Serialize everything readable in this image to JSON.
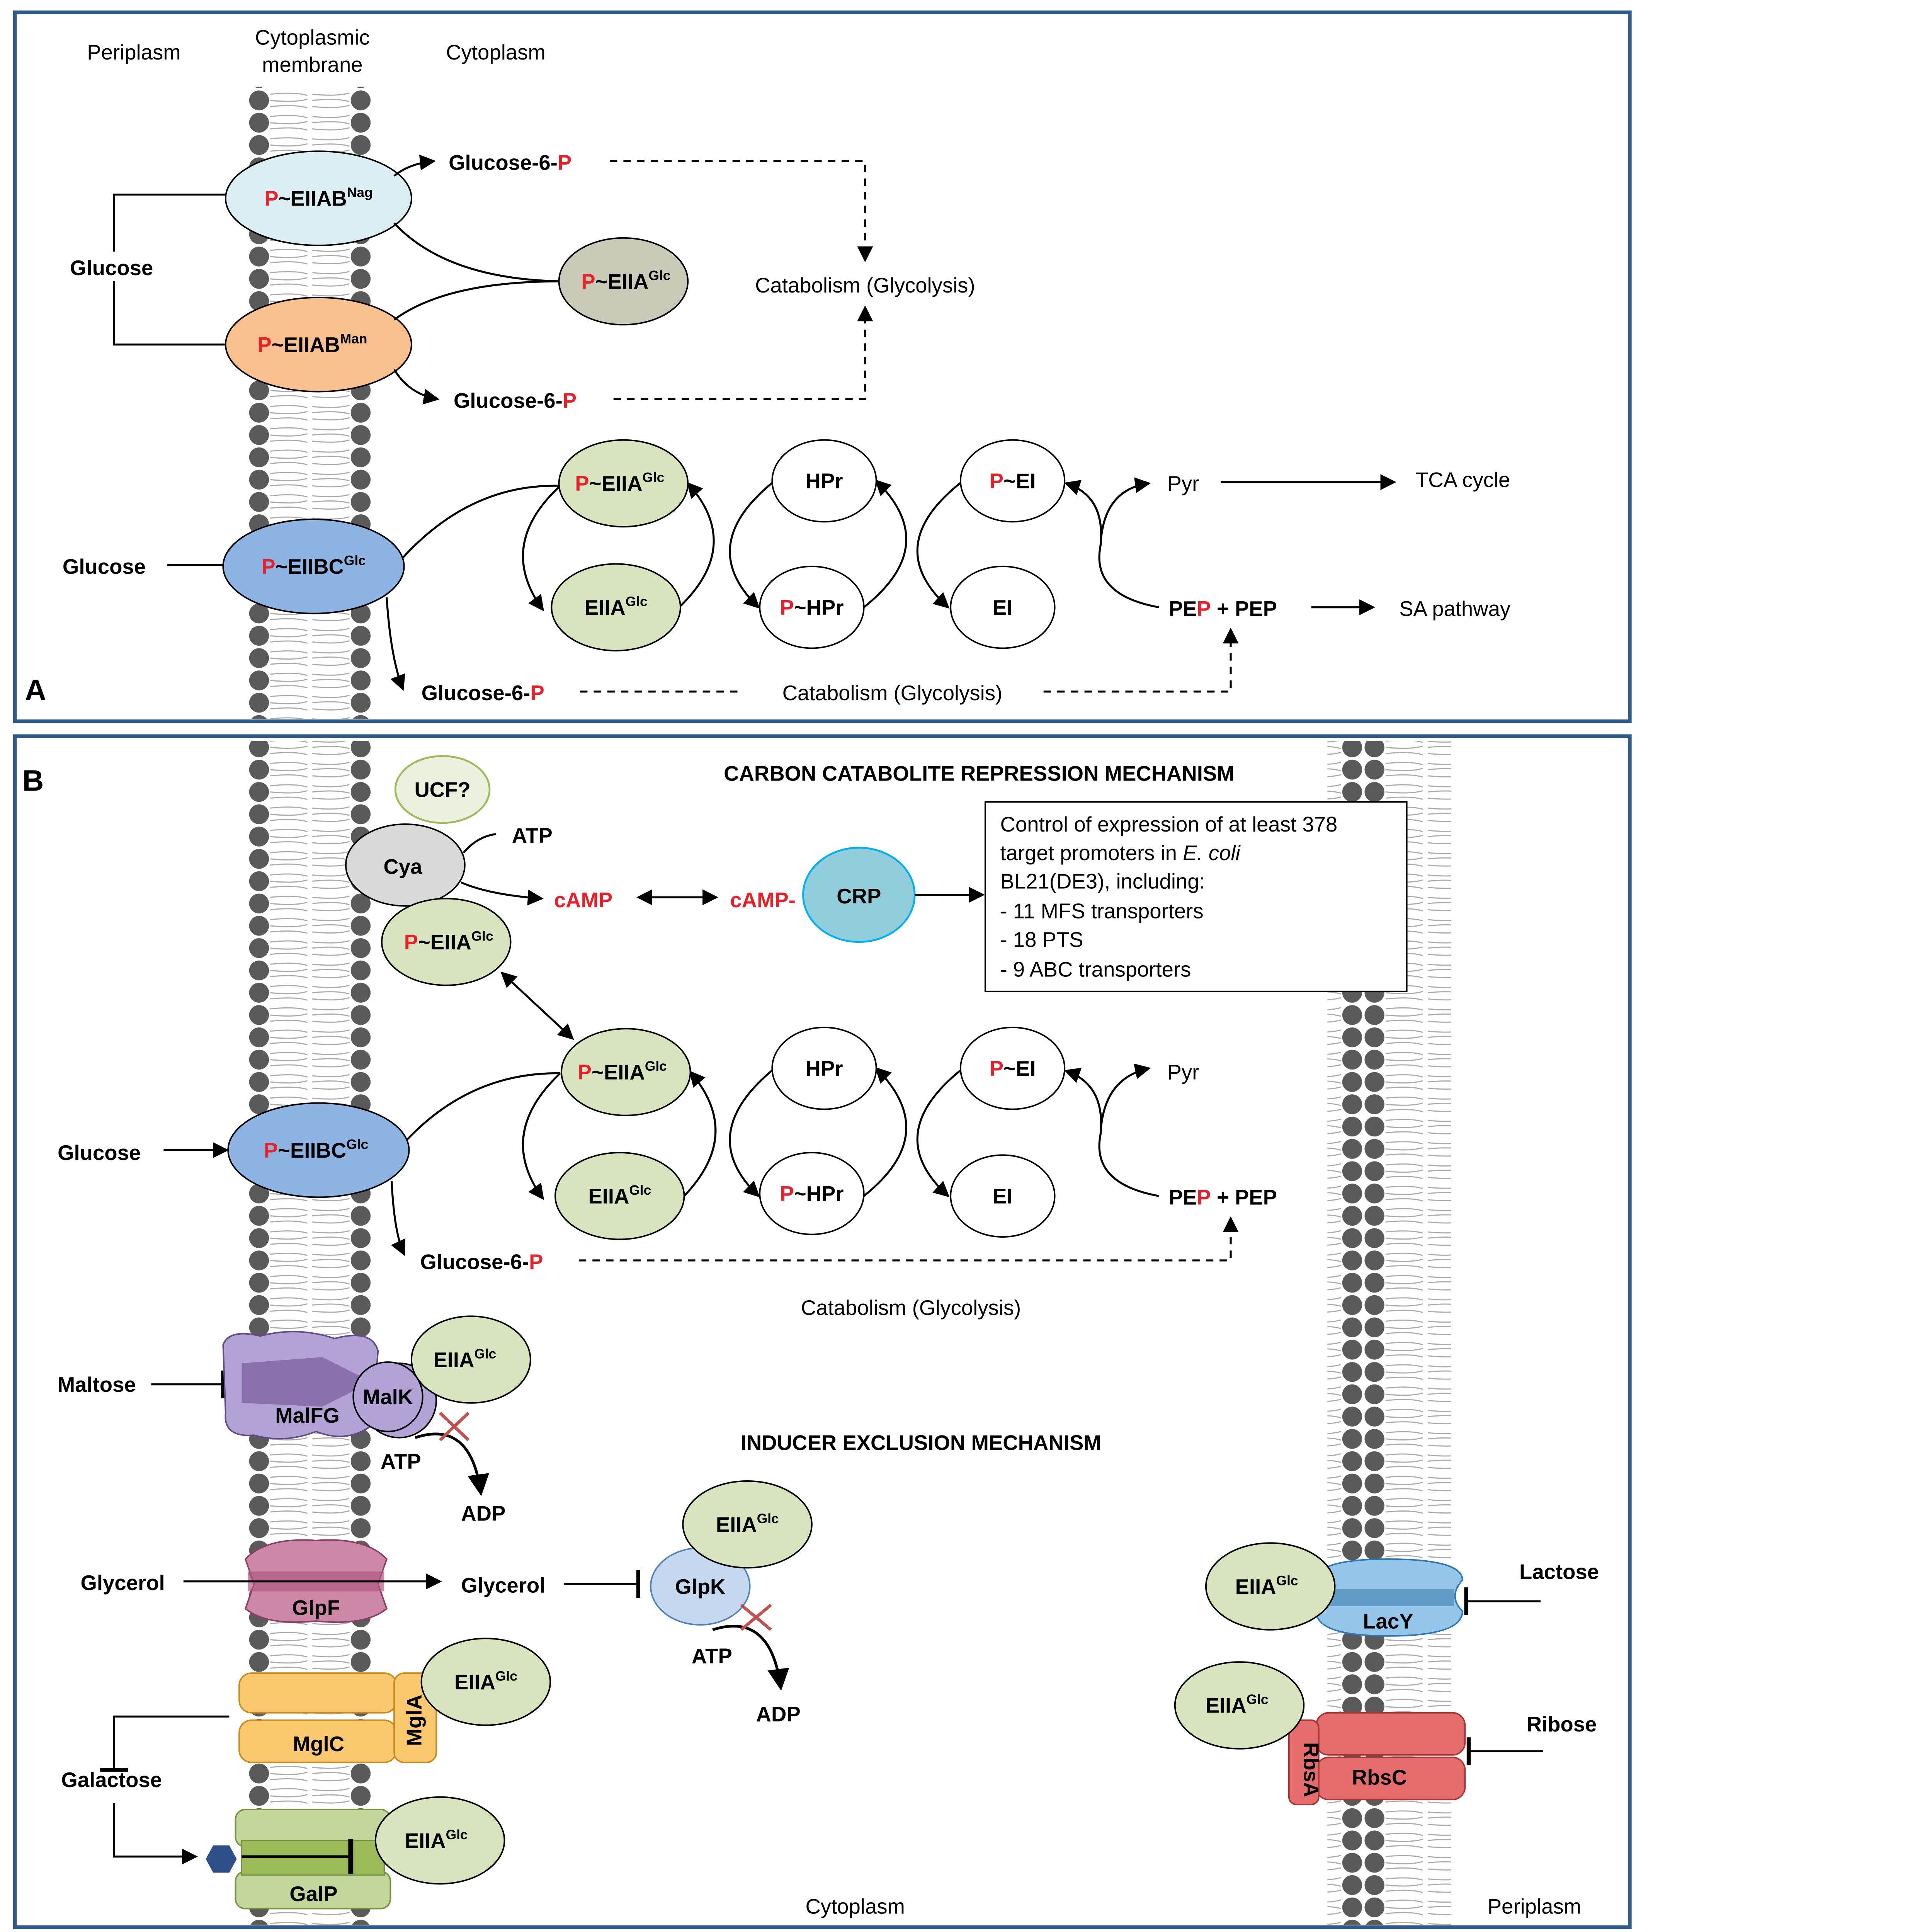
{
  "colors": {
    "phosphate": "#e8202a",
    "frame": "#2e5a8c",
    "eiia": "#d7e4bd",
    "eiibc": "#8eb4e3",
    "nag": "#daeef3",
    "man": "#f9c08f",
    "crp": "#92cddc"
  },
  "panelA": {
    "letter": "A",
    "headers": {
      "periplasm": "Periplasm",
      "membrane1": "Cytoplasmic",
      "membrane2": "membrane",
      "cytoplasm": "Cytoplasm"
    },
    "glucose1": "Glucose",
    "glucose2": "Glucose",
    "nag": {
      "p": "P",
      "name": "~EIIAB",
      "sup": "Nag"
    },
    "man": {
      "p": "P",
      "name": "~EIIAB",
      "sup": "Man"
    },
    "eiiaGray": {
      "p": "P",
      "name": "~EIIA",
      "sup": "Glc"
    },
    "g6p1": {
      "name": "Glucose-6-",
      "p": "P"
    },
    "g6p2": {
      "name": "Glucose-6-",
      "p": "P"
    },
    "g6p3": {
      "name": "Glucose-6-",
      "p": "P"
    },
    "catabolism1": "Catabolism (Glycolysis)",
    "catabolism2": "Catabolism (Glycolysis)",
    "eiibc": {
      "p": "P",
      "name": "~EIIBC",
      "sup": "Glc"
    },
    "peiia": {
      "p": "P",
      "name": "~EIIA",
      "sup": "Glc"
    },
    "eiia": {
      "name": "EIIA",
      "sup": "Glc"
    },
    "hpr": "HPr",
    "phpr": {
      "p": "P",
      "name": "~HPr"
    },
    "pei": {
      "p": "P",
      "name": "~EI"
    },
    "ei": "EI",
    "pyr": "Pyr",
    "tca": "TCA cycle",
    "pep": {
      "a": "PE",
      "p": "P",
      "b": " + PEP"
    },
    "sa": "SA pathway"
  },
  "panelB": {
    "letter": "B",
    "ccr_title": "CARBON CATABOLITE REPRESSION MECHANISM",
    "ie_title": "INDUCER EXCLUSION MECHANISM",
    "ucf": "UCF?",
    "cya": "Cya",
    "atp": "ATP",
    "camp1": "cAMP",
    "camp2": "cAMP-",
    "crp": "CRP",
    "box": {
      "line1": "Control of expression of at least 378",
      "line2a": "target promoters in ",
      "line2b": "E. coli",
      "line3": "BL21(DE3), including:",
      "items": [
        "-    11 MFS transporters",
        "-    18 PTS",
        "-    9 ABC transporters"
      ]
    },
    "peiiaTop": {
      "p": "P",
      "name": "~EIIA",
      "sup": "Glc"
    },
    "peiia": {
      "p": "P",
      "name": "~EIIA",
      "sup": "Glc"
    },
    "eiia": {
      "name": "EIIA",
      "sup": "Glc"
    },
    "hpr": "HPr",
    "phpr": {
      "p": "P",
      "name": "~HPr"
    },
    "pei": {
      "p": "P",
      "name": "~EI"
    },
    "ei": "EI",
    "pyr": "Pyr",
    "pep": {
      "a": "PE",
      "p": "P",
      "b": " + PEP"
    },
    "glucose": "Glucose",
    "eiibc": {
      "p": "P",
      "name": "~EIIBC",
      "sup": "Glc"
    },
    "g6p": {
      "name": "Glucose-6-",
      "p": "P"
    },
    "catabolism": "Catabolism (Glycolysis)",
    "maltose": "Maltose",
    "malfg": "MalFG",
    "malk": "MalK",
    "eiiaGlc": {
      "name": "EIIA",
      "sup": "Glc"
    },
    "atp2": "ATP",
    "adp": "ADP",
    "glycerol1": "Glycerol",
    "glycerol2": "Glycerol",
    "glpf": "GlpF",
    "glpk": "GlpK",
    "atp3": "ATP",
    "adp2": "ADP",
    "mglc": "MglC",
    "mgla": "MglA",
    "galactose": "Galactose",
    "galp": "GalP",
    "lactose": "Lactose",
    "lacy": "LacY",
    "ribose": "Ribose",
    "rbsc": "RbsC",
    "rbsa": "RbsA",
    "cytoplasm": "Cytoplasm",
    "periplasm": "Periplasm"
  }
}
